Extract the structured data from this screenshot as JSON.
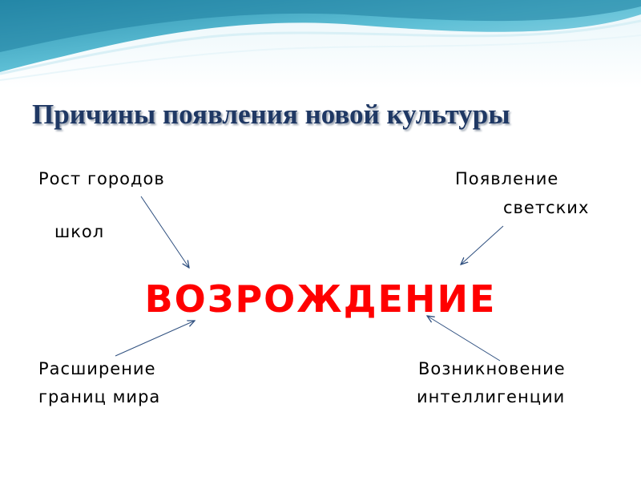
{
  "slide": {
    "title": "Причины появления новой культуры",
    "cause_top_left": {
      "line1": "Рост городов",
      "line2": "школ"
    },
    "cause_top_right": {
      "line1": "Появление",
      "line2": "светских"
    },
    "center_word": "ВОЗРОЖДЕНИЕ",
    "cause_bottom_left": {
      "line1": "Расширение",
      "line2": "границ мира"
    },
    "cause_bottom_right": {
      "line1": "Возникновение",
      "line2": "интеллигенции"
    }
  },
  "colors": {
    "title": "#1f3864",
    "center_word": "#ff0000",
    "body_text": "#000000",
    "arrow": "#2e4f7f",
    "header_wave_dark": "#2f9bb8",
    "header_wave_light": "#bfe6f0"
  }
}
